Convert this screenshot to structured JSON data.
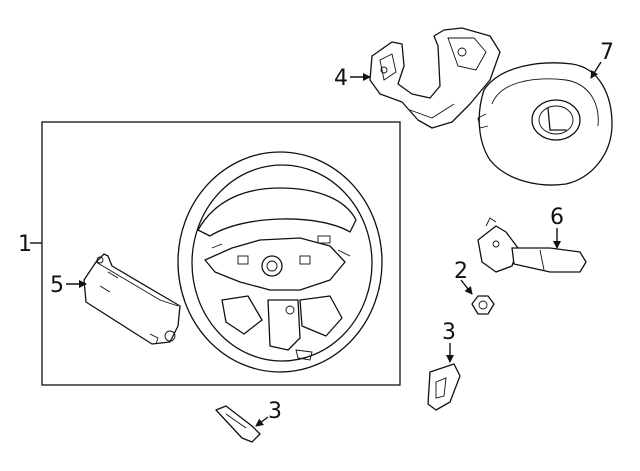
{
  "callouts": [
    {
      "id": "1",
      "label": "1"
    },
    {
      "id": "2",
      "label": "2"
    },
    {
      "id": "3a",
      "label": "3"
    },
    {
      "id": "3b",
      "label": "3"
    },
    {
      "id": "4",
      "label": "4"
    },
    {
      "id": "5",
      "label": "5"
    },
    {
      "id": "6",
      "label": "6"
    },
    {
      "id": "7",
      "label": "7"
    }
  ]
}
